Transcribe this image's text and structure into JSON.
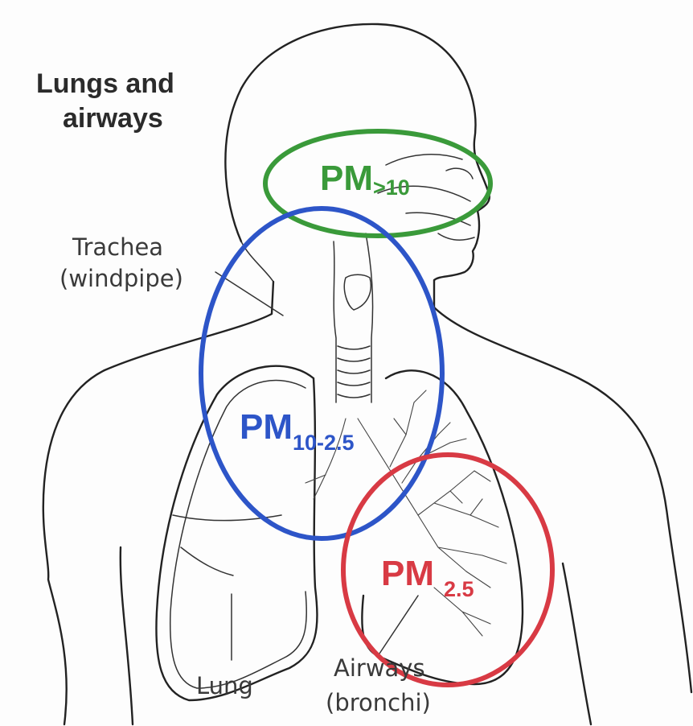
{
  "title_line1": "Lungs and",
  "title_line2": "airways",
  "labels": {
    "trachea_line1": "Trachea",
    "trachea_line2": "(windpipe)",
    "lung": "Lung",
    "airways_line1": "Airways",
    "airways_line2": "(bronchi)"
  },
  "regions": [
    {
      "main": "PM",
      "sub": ">10",
      "color": "#3a9a3a"
    },
    {
      "main": "PM",
      "sub": "10-2.5",
      "color": "#2d55c8"
    },
    {
      "main": "PM",
      "sub": "2.5",
      "color": "#d83a44"
    }
  ]
}
